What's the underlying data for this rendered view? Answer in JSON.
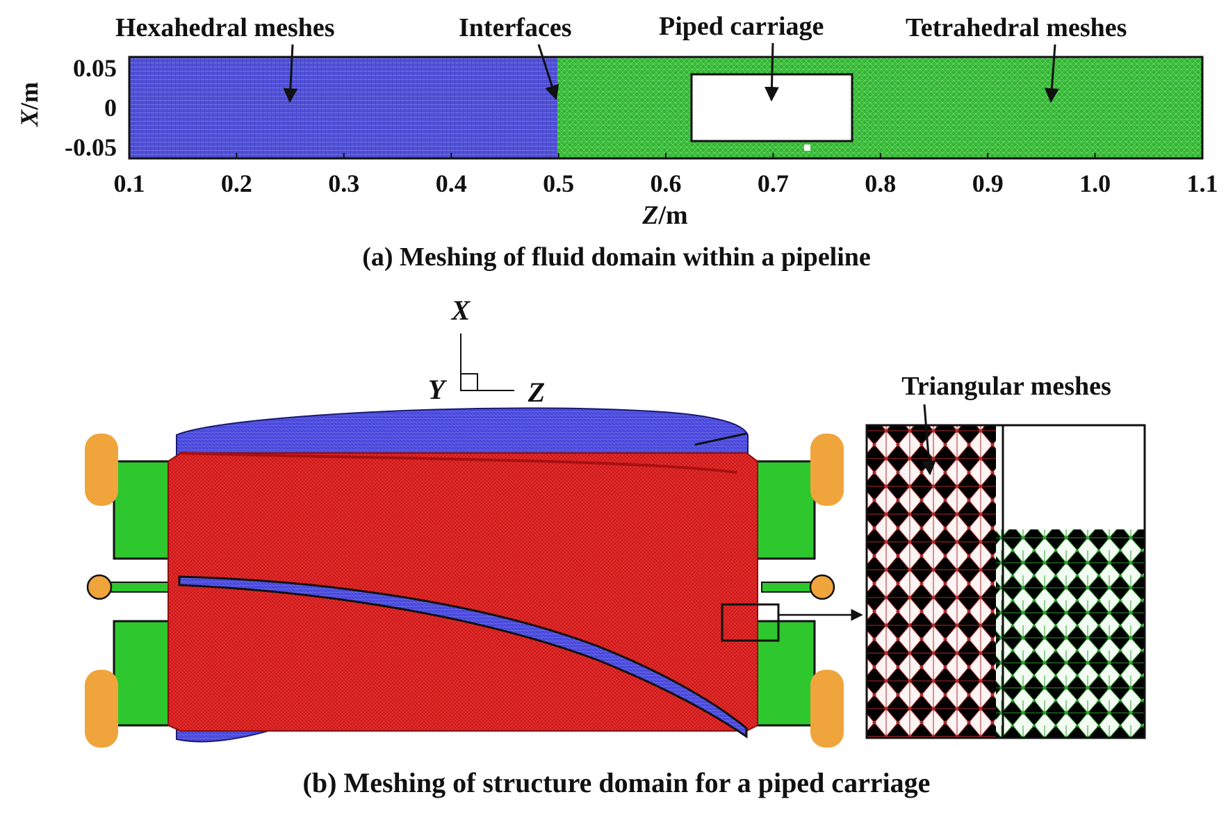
{
  "panel_a": {
    "annotations": {
      "hexahedral": "Hexahedral meshes",
      "interfaces": "Interfaces",
      "piped_carriage": "Piped carriage",
      "tetrahedral": "Tetrahedral meshes"
    },
    "y_axis": {
      "var": "X",
      "unit": "/m",
      "ticks": [
        "0.05",
        "0",
        "-0.05"
      ]
    },
    "x_axis": {
      "var": "Z",
      "unit": "/m",
      "ticks": [
        "0.1",
        "0.2",
        "0.3",
        "0.4",
        "0.5",
        "0.6",
        "0.7",
        "0.8",
        "0.9",
        "1.0",
        "1.1"
      ]
    },
    "caption": "(a)  Meshing of fluid domain within a pipeline",
    "colors": {
      "hexahedral": "#4f50d6",
      "tetrahedral": "#2fb52f"
    }
  },
  "panel_b": {
    "axes": {
      "x": "X",
      "y": "Y",
      "z": "Z"
    },
    "annotation": "Triangular meshes",
    "caption": "(b)  Meshing of structure domain for a piped carriage",
    "colors": {
      "body": "#d21818",
      "blade": "#4747dd",
      "box": "#2ec72e",
      "wheel": "#f0a43c"
    }
  }
}
